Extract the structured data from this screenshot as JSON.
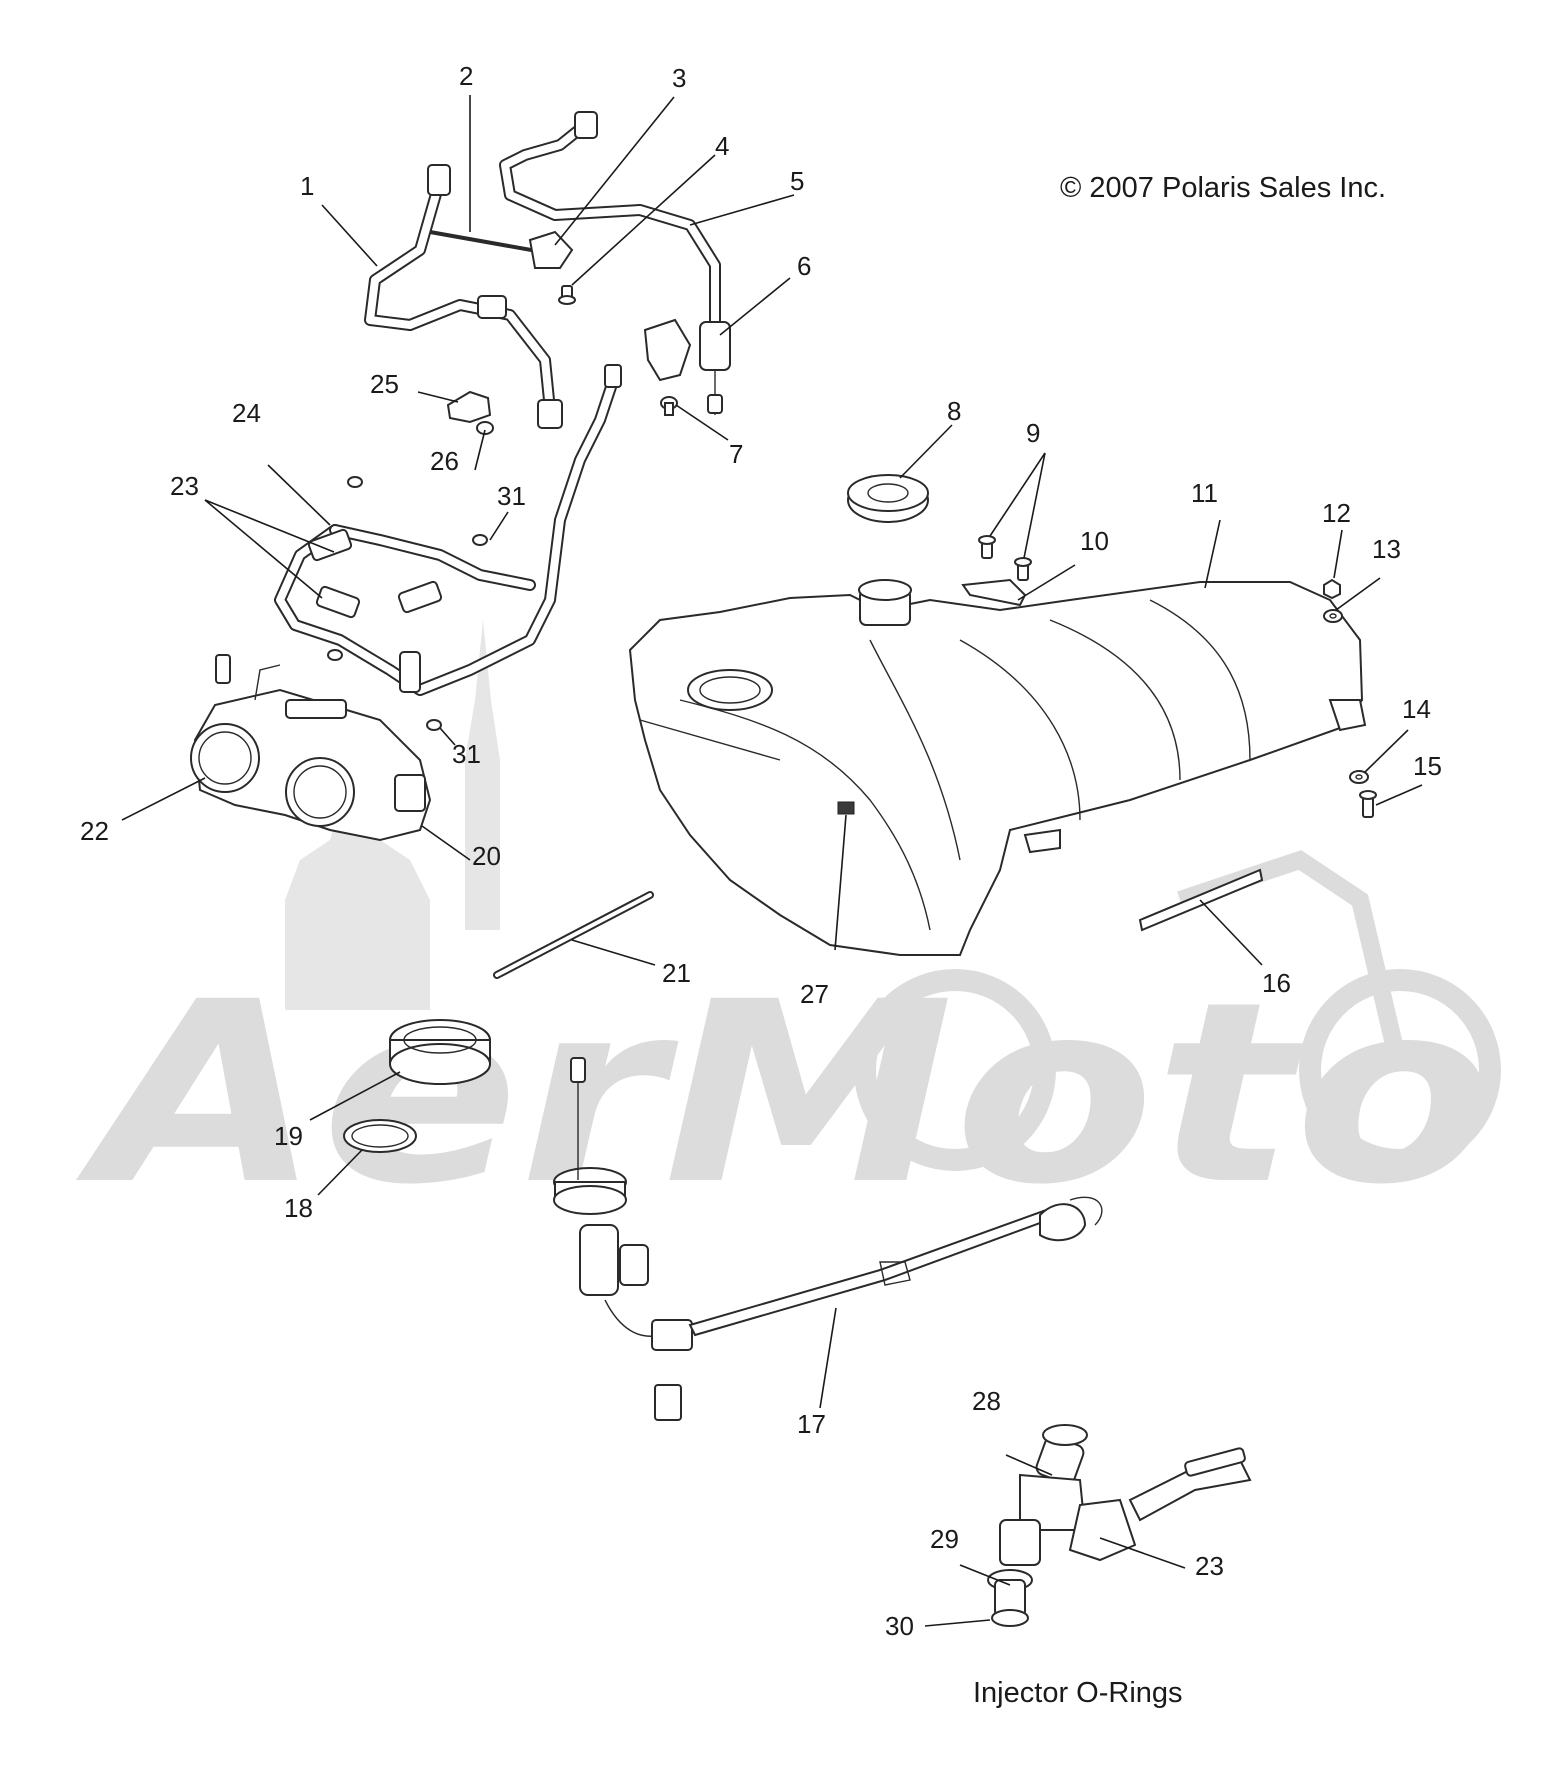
{
  "copyright": "© 2007 Polaris Sales Inc.",
  "caption": "Injector O-Rings",
  "watermark_text": "AerMoto",
  "callouts": {
    "c1": "1",
    "c2": "2",
    "c3": "3",
    "c4": "4",
    "c5": "5",
    "c6": "6",
    "c7": "7",
    "c8": "8",
    "c9": "9",
    "c10": "10",
    "c11": "11",
    "c12": "12",
    "c13": "13",
    "c14": "14",
    "c15": "15",
    "c16": "16",
    "c17": "17",
    "c18": "18",
    "c19": "19",
    "c20": "20",
    "c21": "21",
    "c22": "22",
    "c23a": "23",
    "c23b": "23",
    "c24": "24",
    "c25": "25",
    "c26": "26",
    "c27": "27",
    "c28": "28",
    "c29": "29",
    "c30": "30",
    "c31a": "31",
    "c31b": "31"
  },
  "colors": {
    "line": "#1a1a1a",
    "watermark": "#dcdcdc",
    "background": "#ffffff"
  }
}
